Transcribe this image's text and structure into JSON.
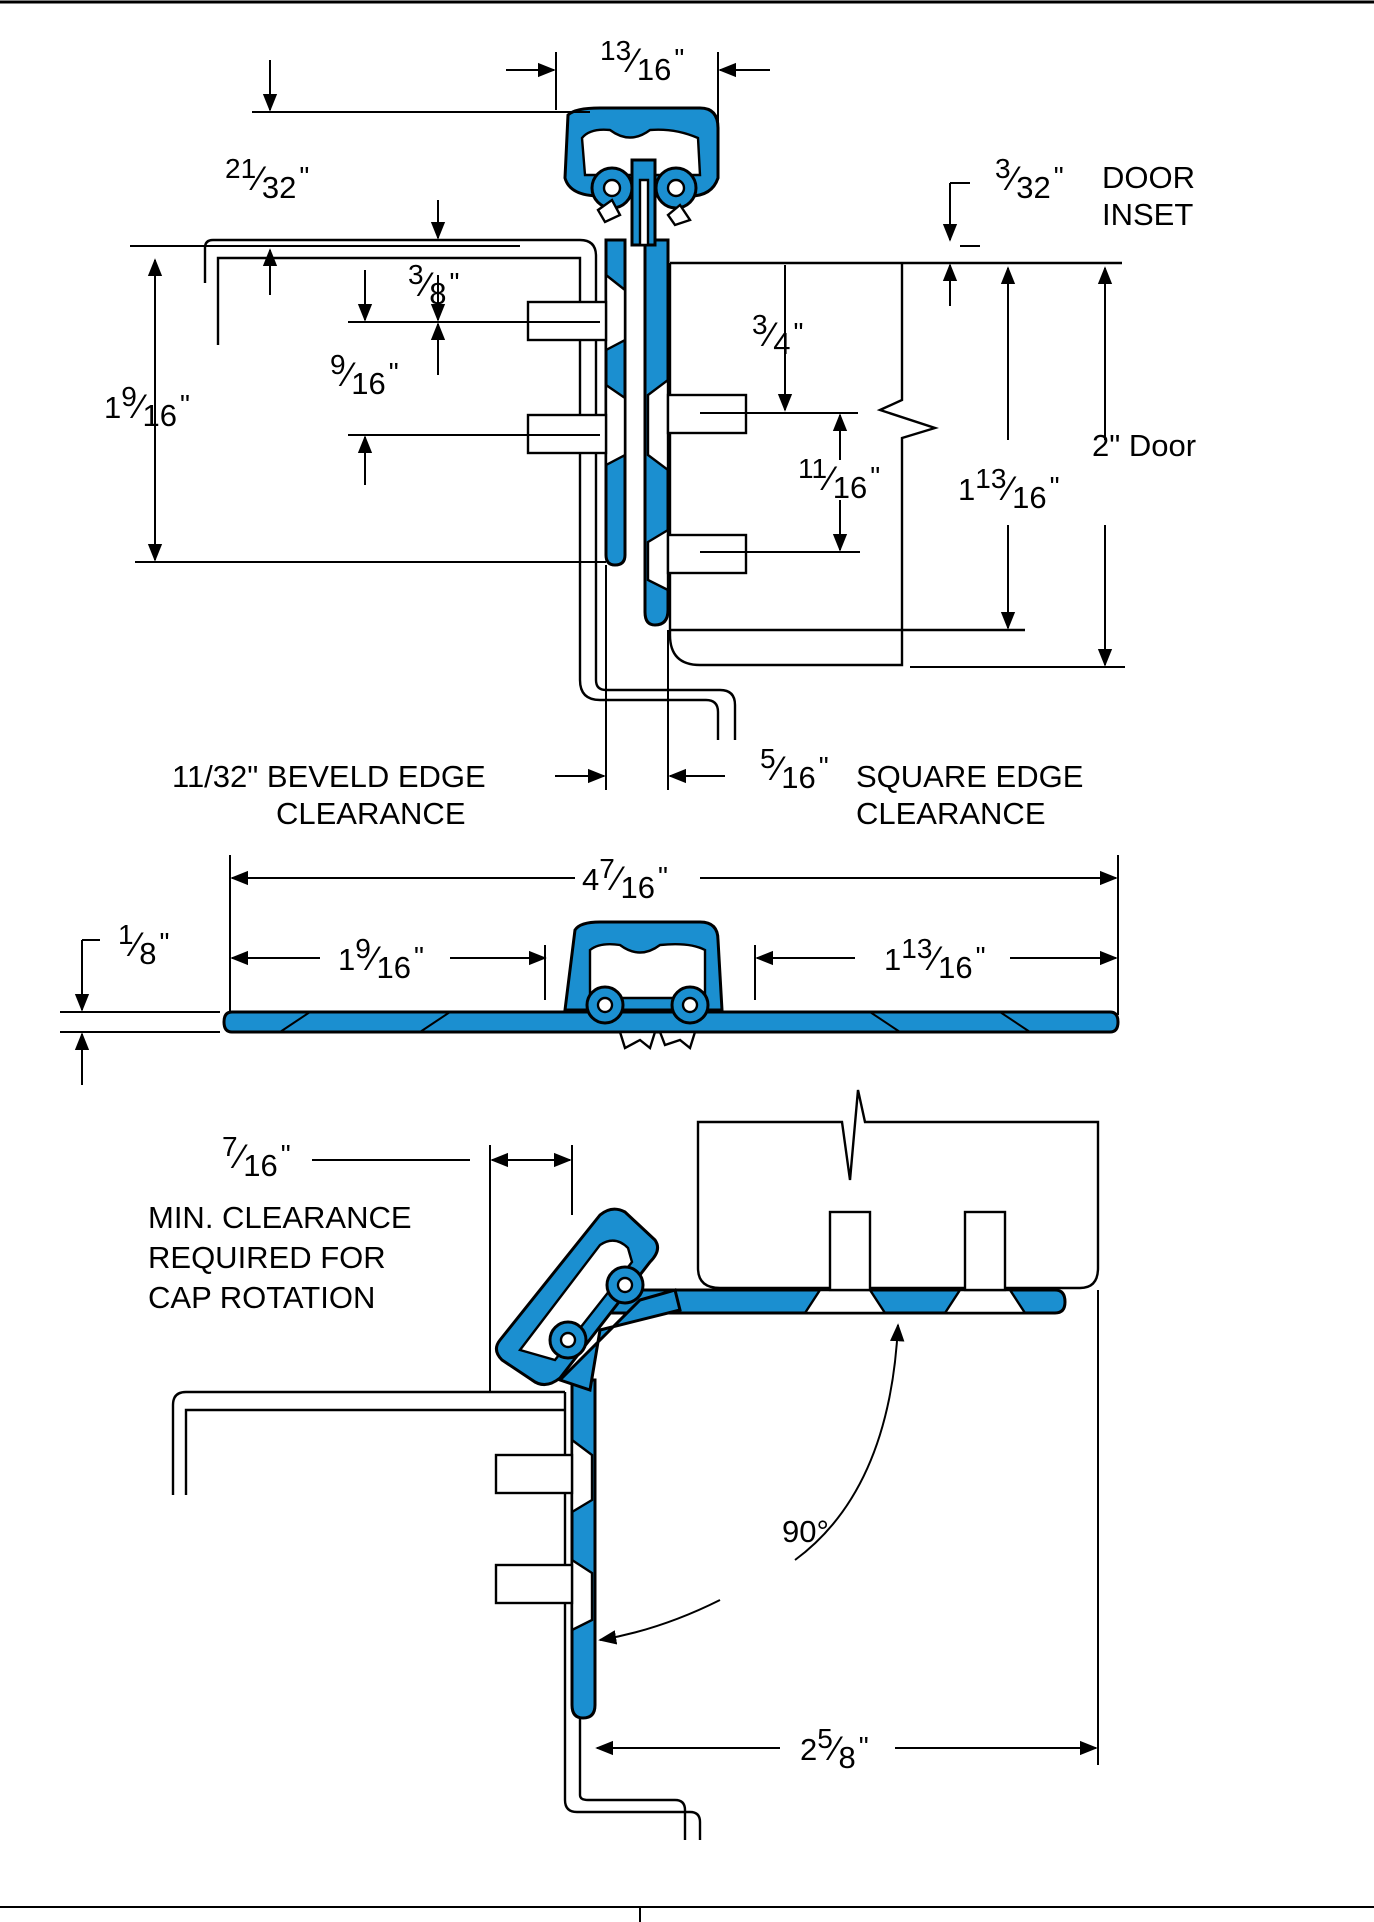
{
  "dims": {
    "top_width": {
      "whole": "",
      "num": "13",
      "den": "16",
      "unit": "\""
    },
    "cap_height": {
      "whole": "",
      "num": "21",
      "den": "32",
      "unit": "\""
    },
    "door_inset": {
      "whole": "",
      "num": "3",
      "den": "32",
      "unit": "\""
    },
    "three_eighths": {
      "whole": "",
      "num": "3",
      "den": "8",
      "unit": "\""
    },
    "nine_sixteenths": {
      "whole": "",
      "num": "9",
      "den": "16",
      "unit": "\""
    },
    "frame_leaf": {
      "whole": "1",
      "num": "9",
      "den": "16",
      "unit": "\""
    },
    "three_quarters": {
      "whole": "",
      "num": "3",
      "den": "4",
      "unit": "\""
    },
    "eleven_sixteenths": {
      "whole": "",
      "num": "11",
      "den": "16",
      "unit": "\""
    },
    "door_leaf": {
      "whole": "1",
      "num": "13",
      "den": "16",
      "unit": "\""
    },
    "square_edge": {
      "whole": "",
      "num": "5",
      "den": "16",
      "unit": "\""
    },
    "overall_width": {
      "whole": "4",
      "num": "7",
      "den": "16",
      "unit": "\""
    },
    "thickness": {
      "whole": "",
      "num": "1",
      "den": "8",
      "unit": "\""
    },
    "open_left": {
      "whole": "1",
      "num": "9",
      "den": "16",
      "unit": "\""
    },
    "open_right": {
      "whole": "1",
      "num": "13",
      "den": "16",
      "unit": "\""
    },
    "min_clearance": {
      "whole": "",
      "num": "7",
      "den": "16",
      "unit": "\""
    },
    "projection": {
      "whole": "2",
      "num": "5",
      "den": "8",
      "unit": "\""
    }
  },
  "labels": {
    "door_inset_1": "DOOR",
    "door_inset_2": "INSET",
    "door_thickness": "2\" Door",
    "beveled_1": "11/32\" BEVELD EDGE",
    "beveled_2": "CLEARANCE",
    "square_1": "SQUARE EDGE",
    "square_2": "CLEARANCE",
    "min_clear_1": "MIN. CLEARANCE",
    "min_clear_2": "REQUIRED FOR",
    "min_clear_3": "CAP ROTATION",
    "angle": "90°"
  },
  "colors": {
    "hinge_blue": "#1b8fd0",
    "line": "#000000"
  }
}
